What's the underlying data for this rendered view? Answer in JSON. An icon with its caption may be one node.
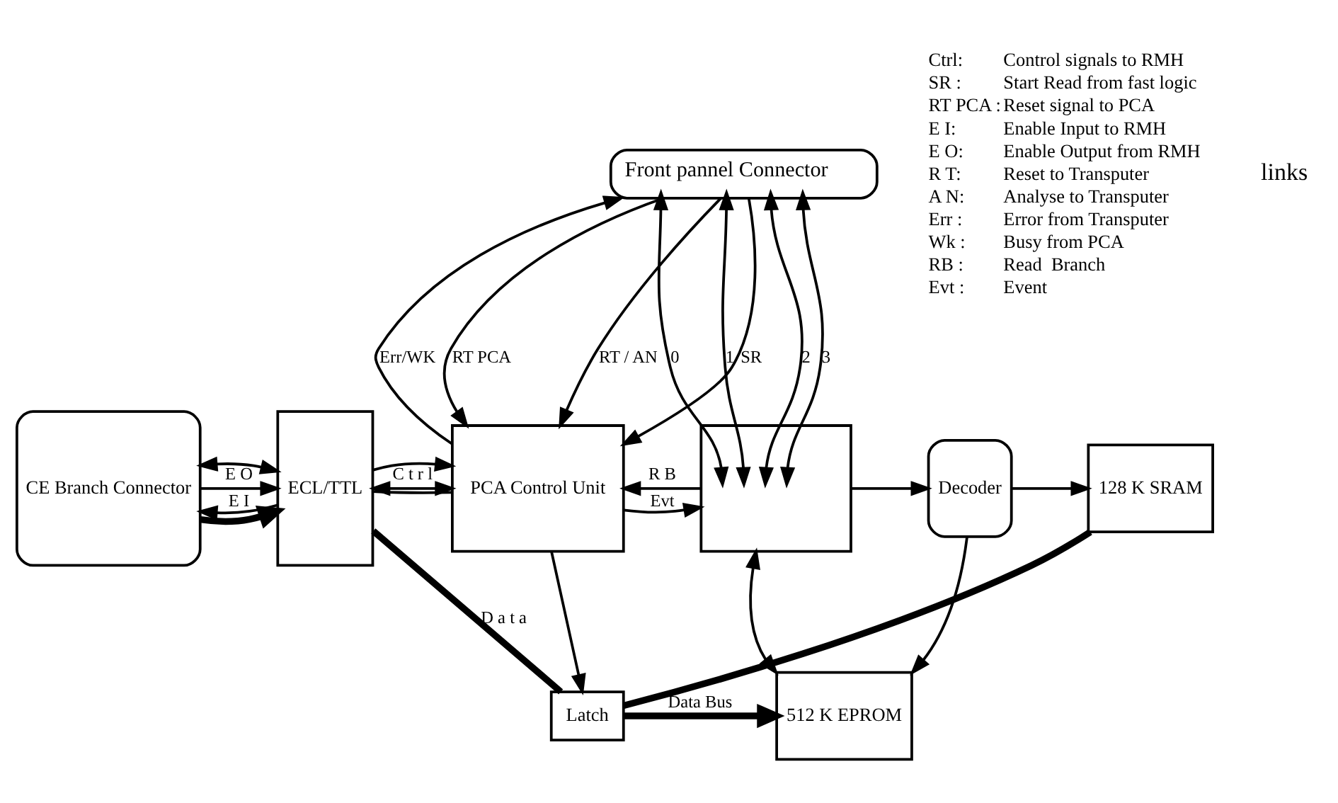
{
  "diagram": {
    "nodes": [
      {
        "text": [
          "CE Branch Connector"
        ]
      },
      {
        "text": [
          "ECL/TTL"
        ]
      },
      {
        "text": [
          "PCA Control Unit"
        ]
      },
      {
        "text": [
          "Front pannel Connector"
        ]
      },
      {
        "text": [],
        "shape": "box"
      },
      {
        "text": [
          "Latch"
        ]
      },
      {
        "text": [
          "Decoder"
        ]
      },
      {
        "text": [
          "128 K SRAM"
        ]
      },
      {
        "text": [
          "512 K EPROM"
        ]
      }
    ],
    "edges": [
      {
        "from": 2,
        "to": 1,
        "arrow": "none"
      },
      {
        "from": 1,
        "to": 0,
        "arrow": "to",
        "label": "E I"
      },
      {
        "from": 0,
        "to": 1,
        "arrow": "both"
      },
      {
        "from": 1,
        "to": 2,
        "arrow": "both",
        "label": "C t r l"
      },
      {
        "from": 0,
        "to": 1,
        "arrow": "to",
        "label": "E O"
      },
      {
        "from": 1,
        "to": 2,
        "arrow": "to"
      },
      {
        "from": 0,
        "to": 1,
        "arrow": "to",
        "style": "thick"
      },
      {
        "from": 1,
        "to": 5,
        "arrow": "none",
        "label": "D a t a",
        "style": "thick"
      },
      {
        "from": 3,
        "to": 2,
        "arrow": "to",
        "label": "RT PCA"
      },
      {
        "from": 3,
        "to": 2,
        "arrow": "to",
        "label": "SR"
      },
      {
        "from": 3,
        "to": 2,
        "arrow": "to",
        "label": "RT / AN"
      },
      {
        "from": 2,
        "to": 3,
        "arrow": "to",
        "label": "Err/WK"
      },
      {
        "from": 3,
        "to": 4,
        "arrow": "both",
        "label": "0"
      },
      {
        "from": 3,
        "to": 4,
        "arrow": "both",
        "label": "1"
      },
      {
        "from": 3,
        "to": 4,
        "arrow": "both",
        "label": "2"
      },
      {
        "from": 3,
        "to": 4,
        "arrow": "both",
        "label": "3"
      },
      {
        "from": 4,
        "to": 2,
        "arrow": "to",
        "label": "R B"
      },
      {
        "from": 2,
        "to": 4,
        "arrow": "to",
        "label": "Evt"
      },
      {
        "from": 2,
        "to": 5,
        "arrow": "to"
      },
      {
        "from": 4,
        "to": 6,
        "arrow": "to"
      },
      {
        "from": 6,
        "to": 7,
        "arrow": "to"
      },
      {
        "from": 6,
        "to": 8,
        "arrow": "to"
      },
      {
        "from": 5,
        "to": 8,
        "arrow": "to",
        "label": "Data Bus",
        "style": "thick"
      },
      {
        "from": 5,
        "to": 7,
        "arrow": "none",
        "style": "thick"
      },
      {
        "from": 4,
        "to": 8,
        "arrow": "both"
      }
    ],
    "labels": [
      "Ctrl:",
      "Control signals to RMH",
      "SR :",
      "Start Read from fast logic",
      "RT PCA :",
      "Reset signal to PCA",
      "E I:",
      "Enable Input to RMH",
      "E O:",
      "Enable Output from RMH",
      "R T:",
      "Reset to Transputer",
      "A N:",
      "Analyse to Transputer",
      "Err :",
      "Error from Transputer",
      "Wk :",
      "Busy from PCA",
      "RB :",
      "Read  Branch",
      "Evt :",
      "Event",
      "links"
    ]
  }
}
